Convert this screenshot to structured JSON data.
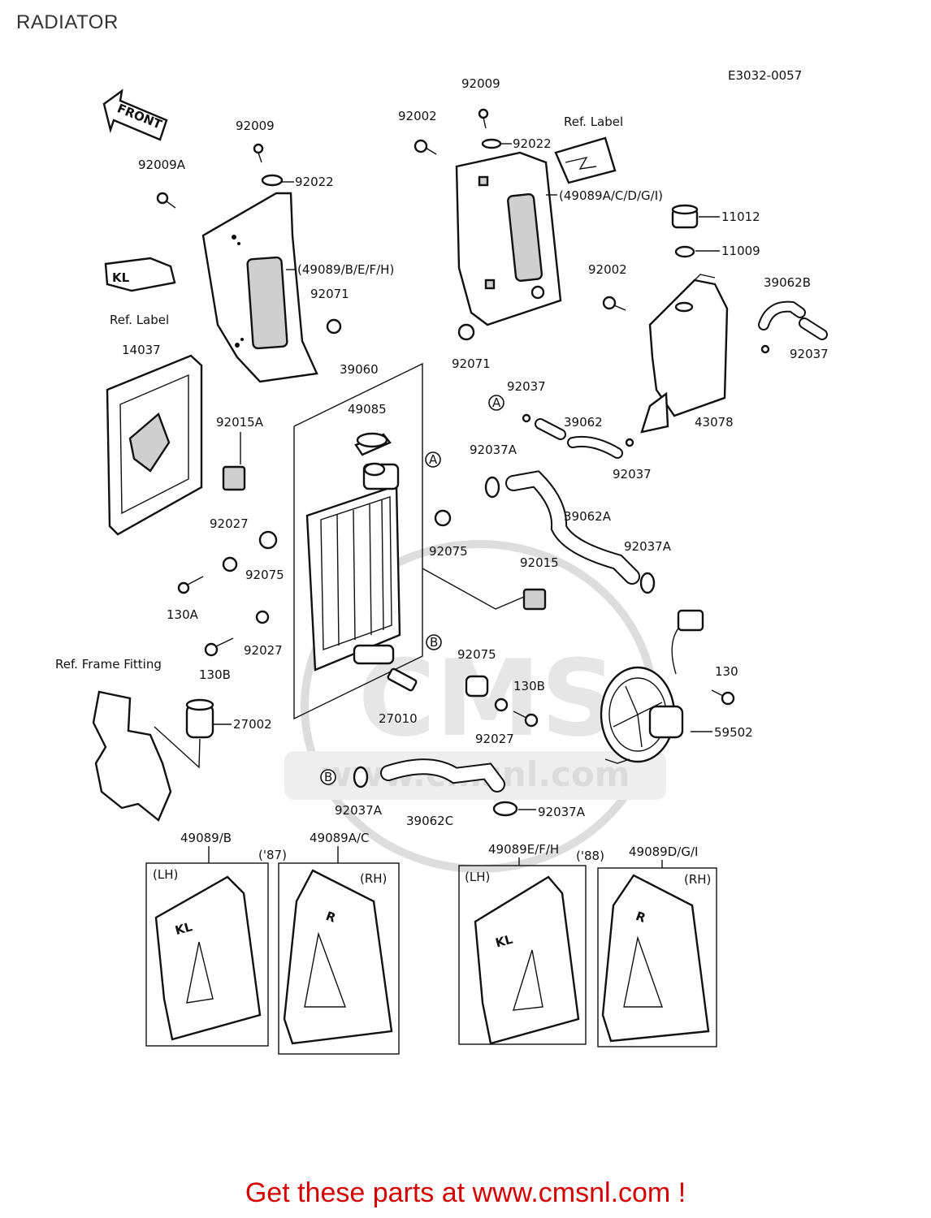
{
  "page": {
    "title": "RADIATOR",
    "diagram_code": "E3032-0057",
    "footer_link": "Get these parts at www.cmsnl.com !"
  },
  "watermark": {
    "brand": "CMS",
    "site": "www.cmsnl.com"
  },
  "arrow": {
    "text": "FRONT"
  },
  "badge_letters": {
    "a": "A",
    "b": "B",
    "kl": "KL",
    "r": "R"
  },
  "labels": {
    "ref_label": "Ref. Label",
    "ref_frame_fitting": "Ref. Frame Fitting",
    "shroud_lh_ref": "(49089/B/E/F/H)",
    "shroud_rh_ref": "(49089A/C/D/G/I)",
    "p92009_left": "92009",
    "p92009A": "92009A",
    "p92022_left": "92022",
    "p92071_left": "92071",
    "p14037": "14037",
    "p39060": "39060",
    "p49085": "49085",
    "p92015A": "92015A",
    "p92027_top": "92027",
    "p92075_left": "92075",
    "p130A": "130A",
    "p92027_mid": "92027",
    "p130B_left": "130B",
    "p27002": "27002",
    "p27010": "27010",
    "p92009_right": "92009",
    "p92002_top": "92002",
    "p92022_right": "92022",
    "p11012": "11012",
    "p11009": "11009",
    "p92002_mid": "92002",
    "p39062B": "39062B",
    "p92037_tank": "92037",
    "p92071_right": "92071",
    "p43078": "43078",
    "p92037_top": "92037",
    "p39062": "39062",
    "p92037_mid": "92037",
    "p92037A_top": "92037A",
    "p39062A": "39062A",
    "p92037A_right": "92037A",
    "p92075_mid": "92075",
    "p92015": "92015",
    "p92075_low": "92075",
    "p130B_right": "130B",
    "p92027_low": "92027",
    "p130_right": "130",
    "p59502": "59502",
    "p92037A_low": "92037A",
    "p39062C": "39062C",
    "p92037A_bottom": "92037A"
  },
  "variants": {
    "g1_lh_code": "49089/B",
    "g1_rh_code": "49089A/C",
    "g1_year": "('87)",
    "g2_lh_code": "49089E/F/H",
    "g2_rh_code": "49089D/G/I",
    "g2_year": "('88)",
    "lh": "(LH)",
    "rh": "(RH)"
  }
}
